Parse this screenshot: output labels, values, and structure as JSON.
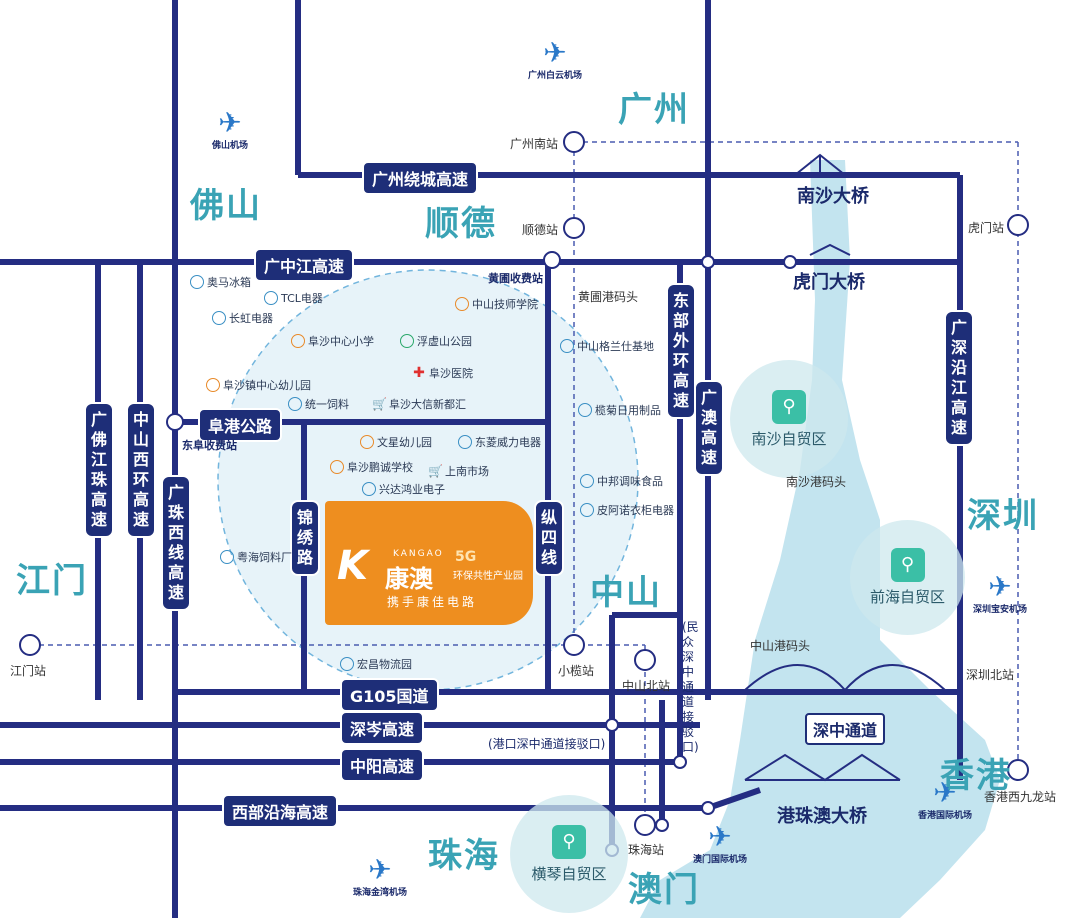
{
  "cities": {
    "guangzhou": "广州",
    "foshan": "佛山",
    "shunde": "顺德",
    "jiangmen": "江门",
    "zhongshan": "中山",
    "shenzhen": "深圳",
    "hongkong": "香港",
    "zhuhai": "珠海",
    "macau": "澳门"
  },
  "airports": {
    "baiyun": "广州白云机场",
    "foshan": "佛山机场",
    "baoan": "深圳宝安机场",
    "hk": "香港国际机场",
    "macau": "澳门国际机场",
    "jinwan": "珠海金湾机场"
  },
  "roads": {
    "guangzhou_ring": "广州绕城高速",
    "guangzhongjiang": "广中江高速",
    "fugang": "阜港公路",
    "g105": "G105国道",
    "shencen": "深岑高速",
    "zhongyang": "中阳高速",
    "western_coastal": "西部沿海高速",
    "guangfojiangzhu": "广佛江珠高速",
    "zhongshan_west": "中山西环高速",
    "guangzhu_west": "广珠西线高速",
    "jinxiu": "锦绣路",
    "zongsi": "纵四线",
    "east_outer": "东部外环高速",
    "guangao": "广澳高速",
    "guangshen_coastal": "广深沿江高速",
    "minzhong": "(民众深中通道接驳口)",
    "gangkou": "(港口深中通道接驳口)"
  },
  "bridges": {
    "nansha": "南沙大桥",
    "humen": "虎门大桥",
    "shenzhong": "深中通道",
    "hzm": "港珠澳大桥"
  },
  "stations": {
    "guangzhou_south": "广州南站",
    "shunde": "顺德站",
    "humen": "虎门站",
    "jiangmen": "江门站",
    "xiaolan": "小榄站",
    "zhongshan_north": "中山北站",
    "shenzhen_north": "深圳北站",
    "hk_west_kowloon": "香港西九龙站",
    "zhuhai": "珠海站"
  },
  "tolls": {
    "huangpu": "黄圃收费站",
    "dongfu": "东阜收费站"
  },
  "ports": {
    "huangpu": "黄圃港码头",
    "nansha": "南沙港码头",
    "zhongshan": "中山港码头"
  },
  "ftz": {
    "nansha": "南沙自贸区",
    "qianhai": "前海自贸区",
    "hengqin": "横琴自贸区"
  },
  "pois": {
    "aoma": "奥马冰箱",
    "tcl": "TCL电器",
    "changhong": "长虹电器",
    "zhongshan_tech": "中山技师学院",
    "fusha_primary": "阜沙中心小学",
    "fuxu_park": "浮虚山公园",
    "fusha_kg": "阜沙镇中心幼儿园",
    "fusha_hospital": "阜沙医院",
    "tongyi": "统一饲料",
    "daxin": "阜沙大信新都汇",
    "wenxing": "文星幼儿园",
    "dongling": "东菱威力电器",
    "pengcheng": "阜沙鹏诚学校",
    "shangnan": "上南市场",
    "xingda": "兴达鸿业电子",
    "yuehai": "粤海饲料厂",
    "hongchang": "宏昌物流园",
    "gelanshi": "中山格兰仕基地",
    "ganju": "榄菊日用制品",
    "zhongbang": "中邦调味食品",
    "piano": "皮阿诺衣柜电器"
  },
  "logo": {
    "name_cn": "康澳",
    "name_en": "KANGAO",
    "mark": "K",
    "badge": "5G",
    "subtitle": "环保共性产业园",
    "slogan": "携手康佳电路"
  },
  "colors": {
    "road": "#242d82",
    "water": "#c3e4ef",
    "city": "#3aa3b5",
    "logo": "#ee8e1f",
    "radius_fill": "#e3f1f8"
  }
}
